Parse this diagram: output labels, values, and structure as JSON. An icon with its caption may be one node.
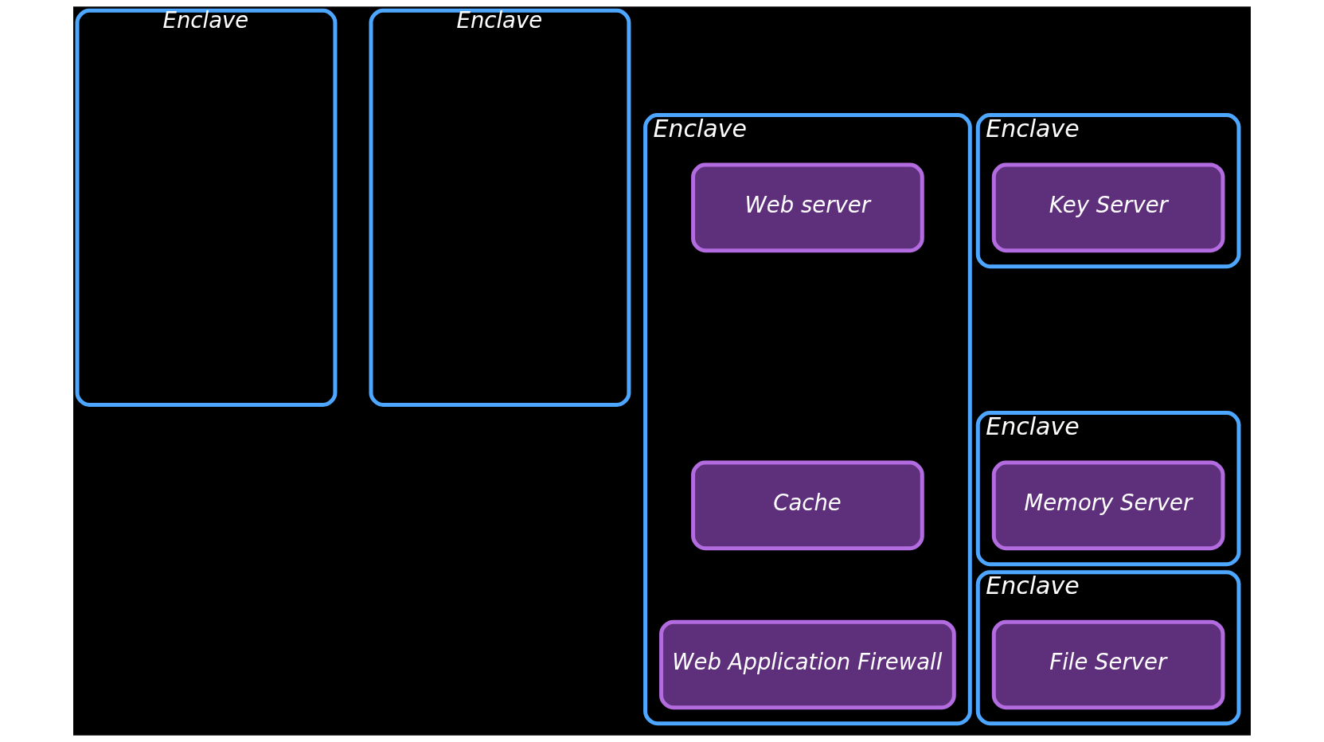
{
  "diagram": {
    "nodes": [
      {
        "text": [
          "Enclave"
        ]
      },
      {
        "text": [
          "Enclave"
        ]
      },
      {
        "text": [
          "Enclave"
        ]
      },
      {
        "text": [
          "Web server"
        ],
        "in": 2
      },
      {
        "text": [
          "Cache"
        ],
        "in": 2
      },
      {
        "text": [
          "Web Application Firewall"
        ],
        "in": 2
      },
      {
        "text": [
          "Enclave"
        ]
      },
      {
        "text": [
          "Key Server"
        ],
        "in": 6
      },
      {
        "text": [
          "Enclave"
        ]
      },
      {
        "text": [
          "Memory Server"
        ],
        "in": 8
      },
      {
        "text": [
          "Enclave"
        ]
      },
      {
        "text": [
          "File Server"
        ],
        "in": 10
      }
    ],
    "edges": []
  }
}
